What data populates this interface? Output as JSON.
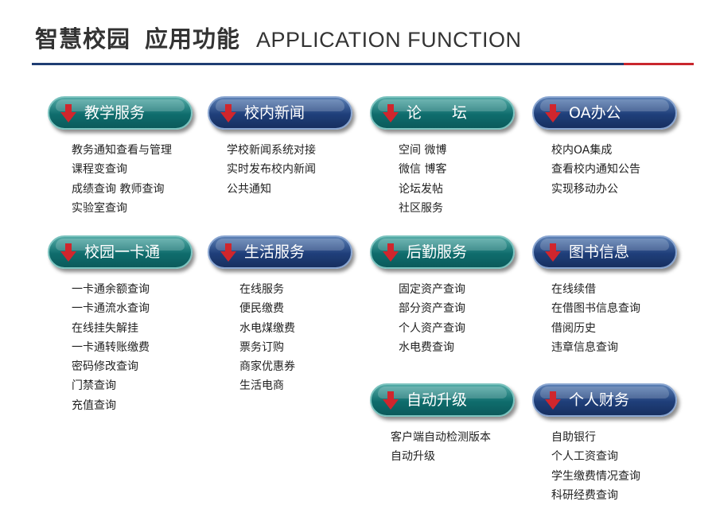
{
  "header": {
    "title_part1": "智慧校园",
    "title_part2": "应用功能",
    "title_en": "APPLICATION FUNCTION"
  },
  "icon": "down-arrow-icon",
  "colors": {
    "teal": "#0f6d6d",
    "navy": "#1f3f7a",
    "arrow": "#d0262d",
    "rule_blue": "#1f3e73",
    "rule_red": "#c9262d"
  },
  "sections": [
    {
      "title": "教学服务",
      "items": [
        "教务通知查看与管理",
        "课程变查询",
        "成绩查询  教师查询",
        "实验室查询"
      ]
    },
    {
      "title": "校内新闻",
      "items": [
        "学校新闻系统对接",
        "实时发布校内新闻",
        "公共通知"
      ]
    },
    {
      "title": "论　　坛",
      "items": [
        "空间  微博",
        "微信  博客",
        "论坛发帖",
        "社区服务"
      ]
    },
    {
      "title": "OA办公",
      "items": [
        "校内OA集成",
        "查看校内通知公告",
        "实现移动办公"
      ]
    },
    {
      "title": "校园一卡通",
      "items": [
        "一卡通余额查询",
        "一卡通流水查询",
        "在线挂失解挂",
        "一卡通转账缴费",
        "密码修改查询",
        "门禁查询",
        "充值查询"
      ]
    },
    {
      "title": "生活服务",
      "items": [
        "在线服务",
        "便民缴费",
        "水电煤缴费",
        "票务订购",
        "商家优惠券",
        "生活电商"
      ]
    },
    {
      "title": "后勤服务",
      "items": [
        "固定资产查询",
        "部分资产查询",
        "个人资产查询",
        "水电费查询"
      ]
    },
    {
      "title": "图书信息",
      "items": [
        "在线续借",
        "在借图书信息查询",
        "借阅历史",
        "违章信息查询"
      ]
    },
    {
      "title": "自动升级",
      "items": [
        "客户端自动检测版本",
        "自动升级"
      ]
    },
    {
      "title": "个人财务",
      "items": [
        "自助银行",
        "个人工资查询",
        "学生缴费情况查询",
        "科研经费查询"
      ]
    }
  ]
}
